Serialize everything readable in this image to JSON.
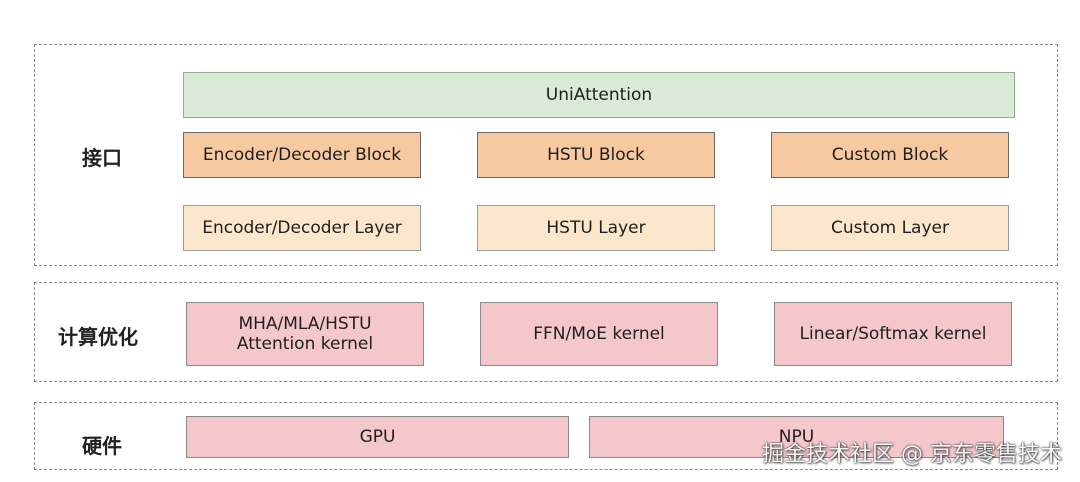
{
  "layers": {
    "interface": {
      "label": "接口",
      "uniattention": "UniAttention",
      "blocks": [
        "Encoder/Decoder Block",
        "HSTU Block",
        "Custom Block"
      ],
      "layers": [
        "Encoder/Decoder Layer",
        "HSTU Layer",
        "Custom Layer"
      ]
    },
    "compute": {
      "label": "计算优化",
      "kernels": [
        "MHA/MLA/HSTU\nAttention kernel",
        "FFN/MoE kernel",
        "Linear/Softmax kernel"
      ]
    },
    "hardware": {
      "label": "硬件",
      "devices": [
        "GPU",
        "NPU"
      ]
    }
  },
  "watermark": "掘金技术社区 @ 京东零售技术",
  "colors": {
    "uniattention": "#d9ead7",
    "block": "#f6c9a0",
    "layer": "#fde7cc",
    "kernel": "#f4c8cb",
    "hardware": "#f4c8cb"
  }
}
